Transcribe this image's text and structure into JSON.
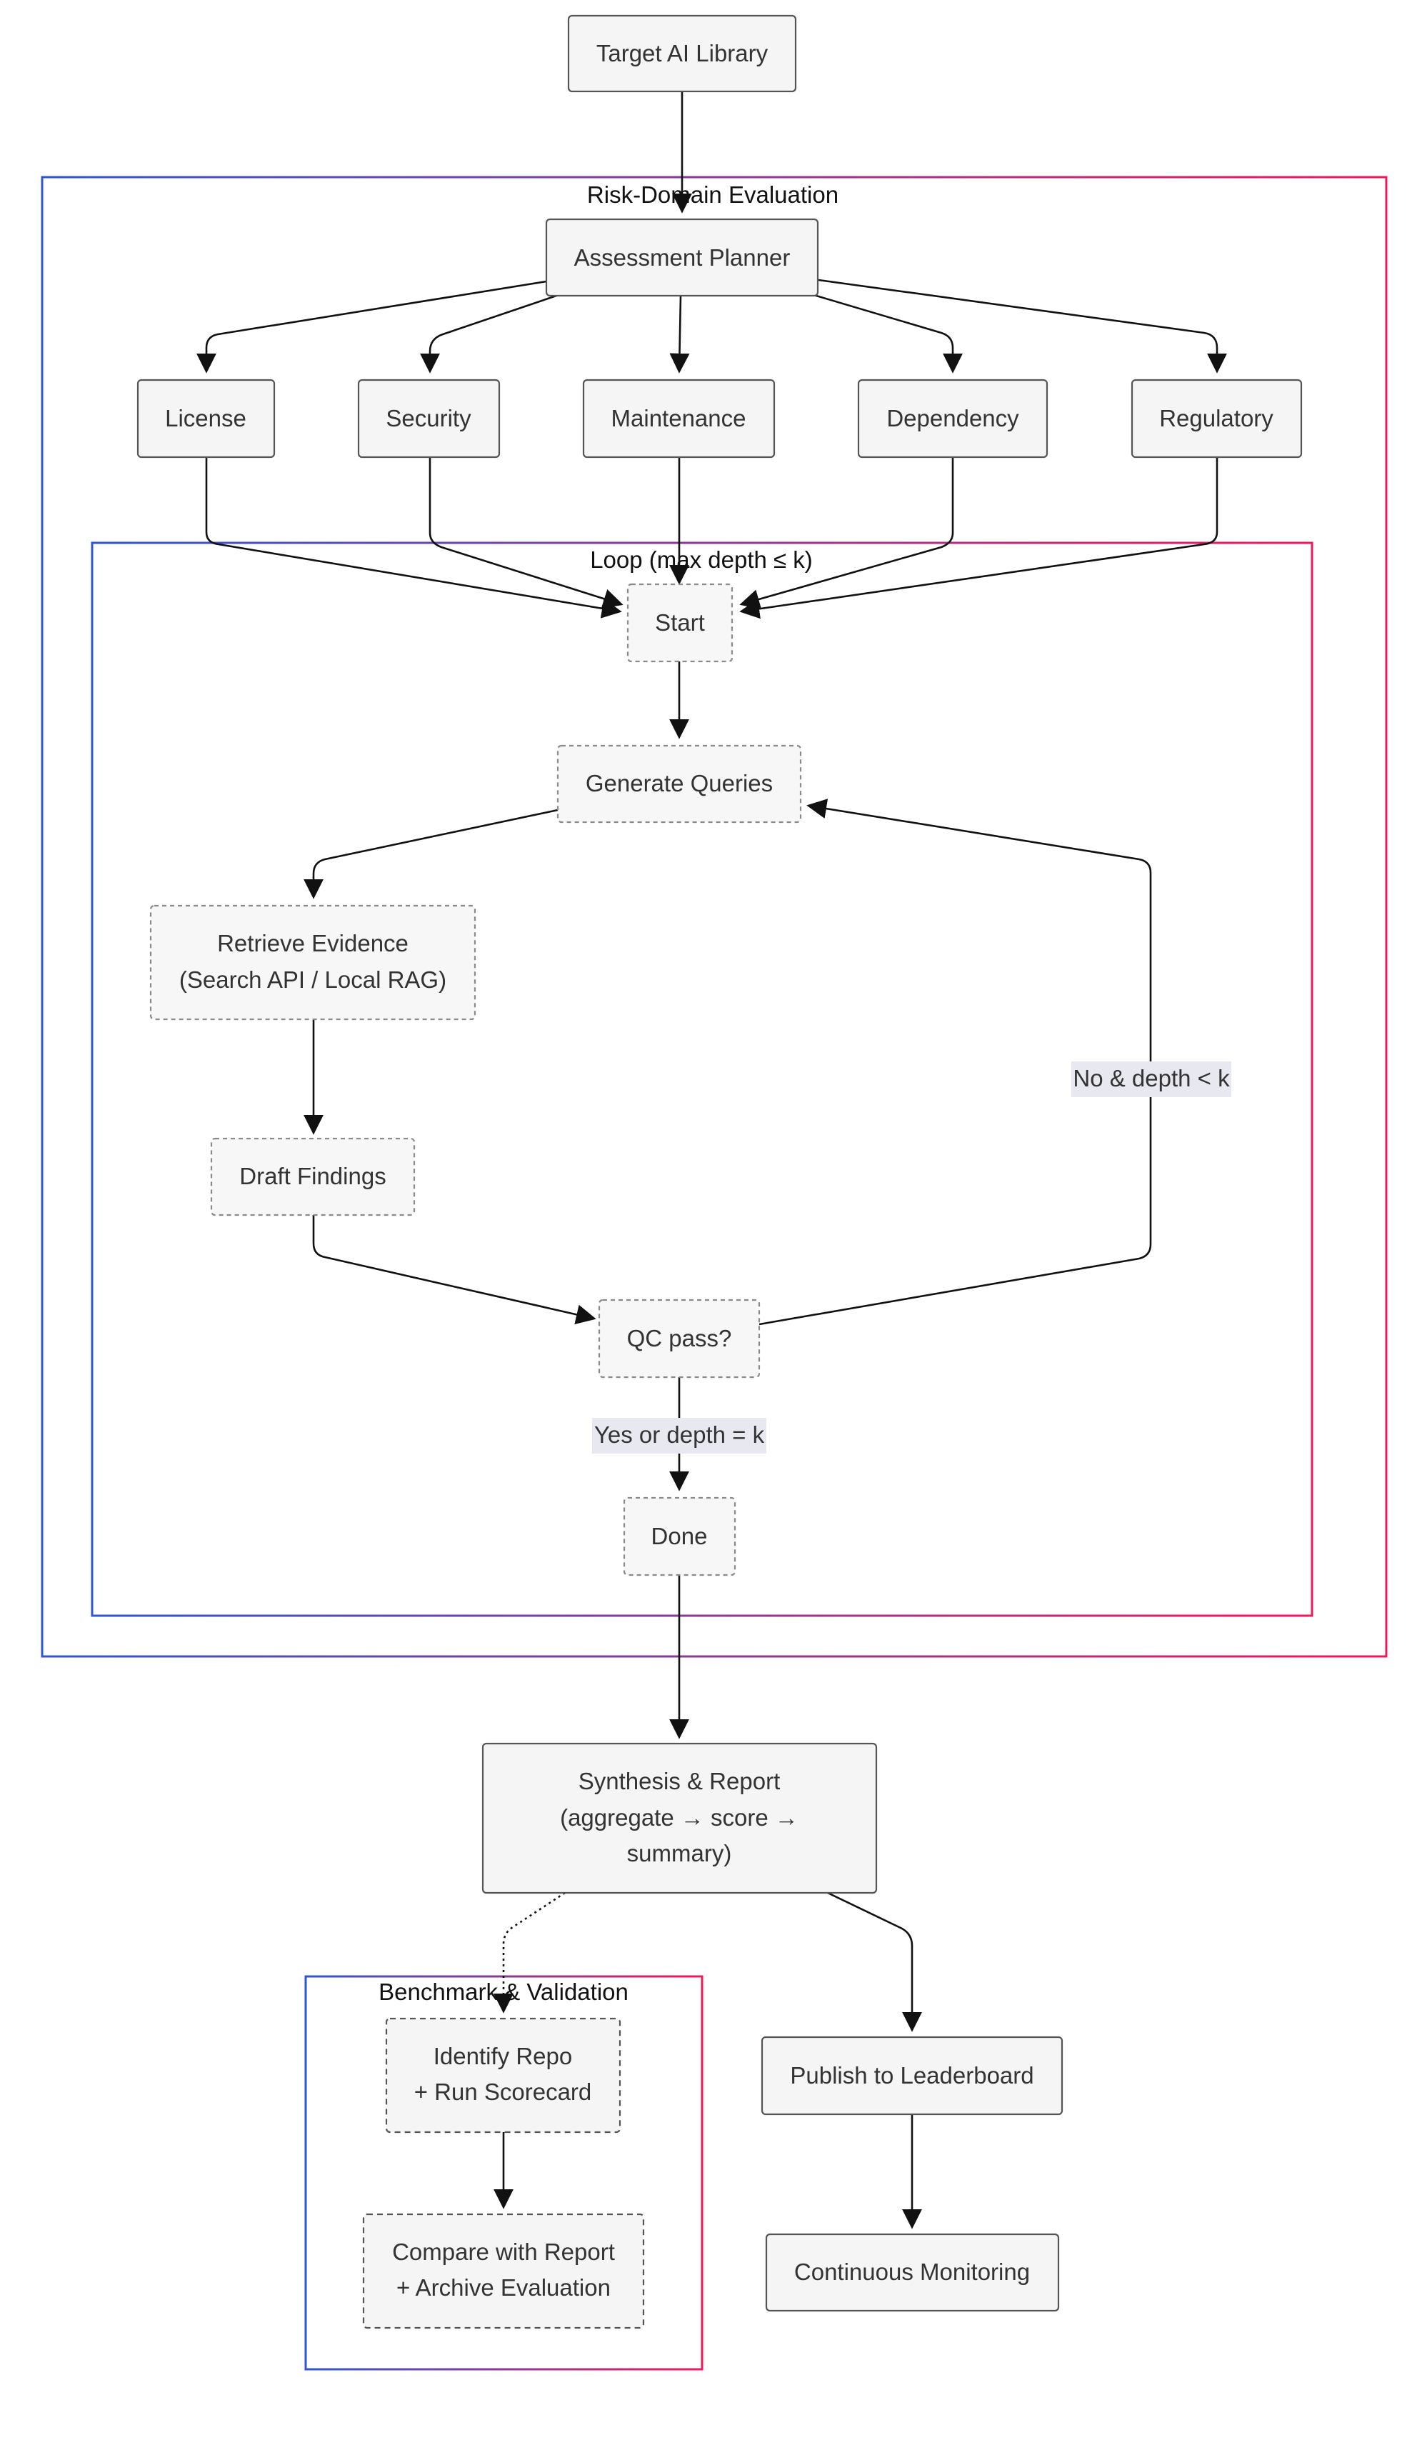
{
  "nodes": {
    "target": "Target AI Library",
    "planner": "Assessment Planner",
    "license": "License",
    "security": "Security",
    "maintenance": "Maintenance",
    "dependency": "Dependency",
    "regulatory": "Regulatory",
    "start": "Start",
    "generate": "Generate Queries",
    "retrieve": [
      "Retrieve Evidence",
      "(Search API / Local RAG)"
    ],
    "draft": "Draft Findings",
    "qc": "QC pass?",
    "done": "Done",
    "synthesis": [
      "Synthesis & Report",
      "(aggregate → score →",
      "summary)"
    ],
    "identify": [
      "Identify Repo",
      "+ Run Scorecard"
    ],
    "compare": [
      "Compare with Report",
      "+ Archive Evaluation"
    ],
    "publish": "Publish to Leaderboard",
    "monitoring": "Continuous Monitoring"
  },
  "clusters": {
    "risk": "Risk-Domain Evaluation",
    "loop": "Loop (max depth ≤ k)",
    "bench": "Benchmark & Validation"
  },
  "edge_labels": {
    "no_depth": "No & depth < k",
    "yes_depth": "Yes or depth = k"
  },
  "colors": {
    "cluster_gradient_start": "#2f55d4",
    "cluster_gradient_end": "#f0185a",
    "node_fill": "#f5f5f5",
    "edge_label_bg": "#e8e8f0"
  }
}
